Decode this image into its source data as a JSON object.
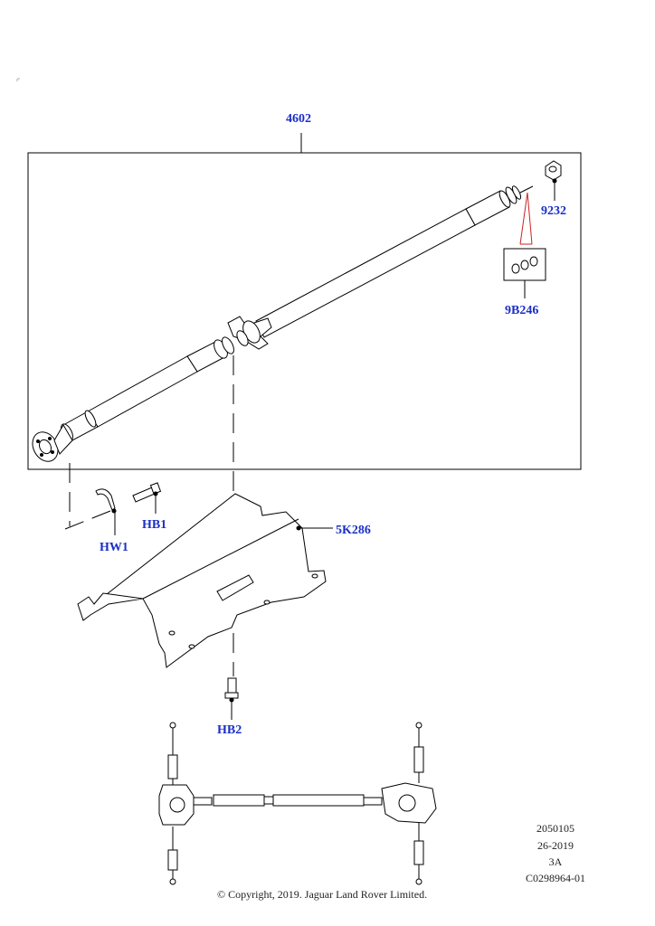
{
  "callouts": {
    "assembly": "4602",
    "nut": "9232",
    "seal_kit": "9B246",
    "heat_shield": "5K286",
    "bolt_hb1": "HB1",
    "bracket_hw1": "HW1",
    "bolt_hb2": "HB2"
  },
  "drawing_meta": {
    "line1": "2050105",
    "line2": "26-2019",
    "line3": "3A",
    "line4": "C0298964-01"
  },
  "copyright": "© Copyright, 2019. Jaguar Land Rover Limited.",
  "colors": {
    "callout": "#1a2fc8",
    "line": "#000000",
    "leader_red": "#cc2222"
  }
}
